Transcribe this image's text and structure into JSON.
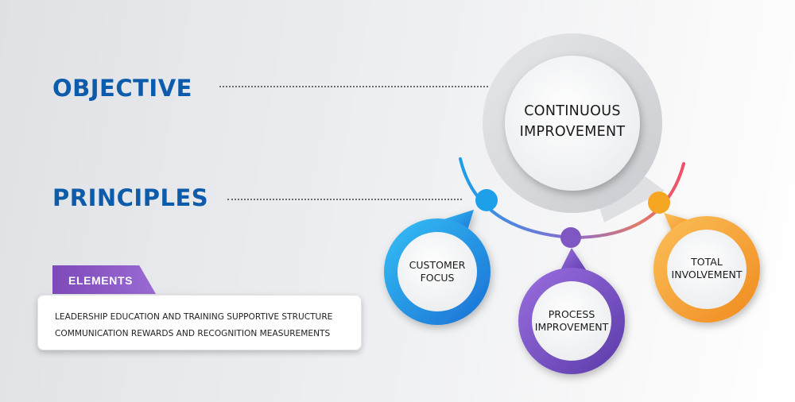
{
  "objective": {
    "heading": "OBJECTIVE"
  },
  "principles": {
    "heading": "PRINCIPLES"
  },
  "elements": {
    "tab_label": "ELEMENTS",
    "lines": [
      "LEADERSHIP EDUCATION AND TRAINING SUPPORTIVE STRUCTURE",
      "COMMUNICATION REWARDS AND RECOGNITION MEASUREMENTS"
    ]
  },
  "center": {
    "line1": "CONTINUOUS",
    "line2": "IMPROVEMENT"
  },
  "nodes": [
    {
      "line1": "CUSTOMER",
      "line2": "FOCUS",
      "color": "#1ea0e8"
    },
    {
      "line1": "PROCESS",
      "line2": "IMPROVEMENT",
      "color": "#7e57c2"
    },
    {
      "line1": "TOTAL",
      "line2": "INVOLVEMENT",
      "color": "#f5a623"
    }
  ],
  "colors": {
    "heading_blue": "#0d5cab",
    "arc_start": "#1e9ee8",
    "arc_mid": "#8a6bd0",
    "arc_end": "#f04e6a"
  }
}
